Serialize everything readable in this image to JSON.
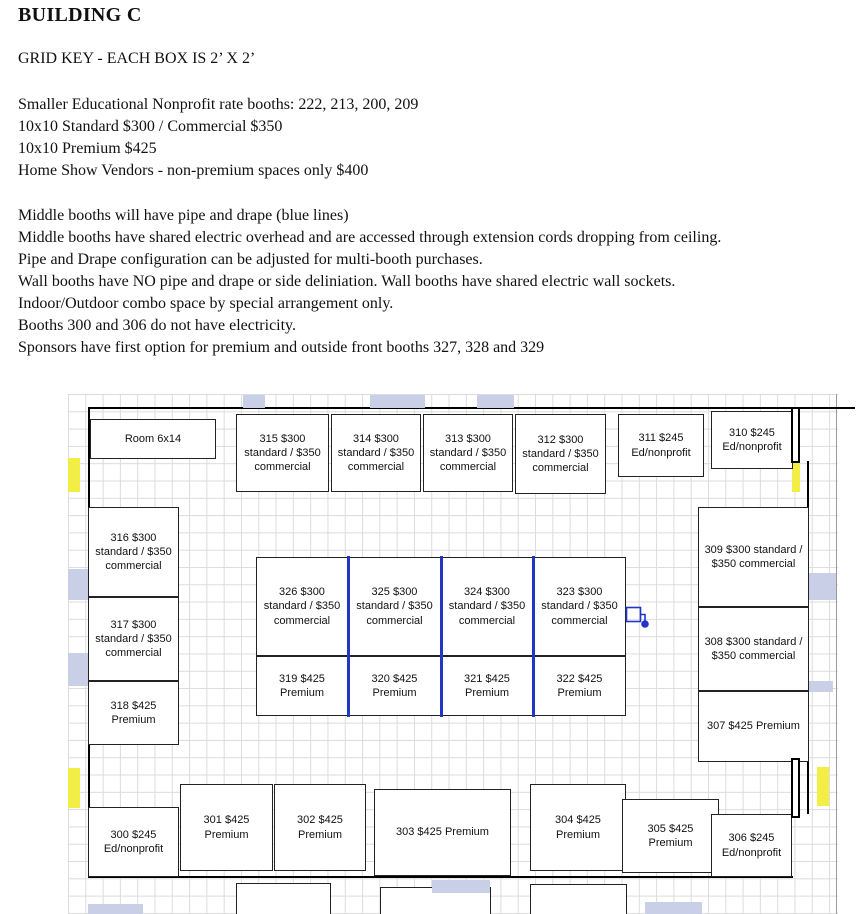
{
  "title": "BUILDING C",
  "grid_key": "GRID KEY - EACH BOX IS 2’ X 2’",
  "notes_top": [
    "Smaller Educational Nonprofit rate booths: 222, 213, 200, 209",
    "10x10 Standard $300 / Commercial $350",
    "10x10 Premium $425",
    "Home Show Vendors - non-premium spaces only $400"
  ],
  "notes_bottom": [
    "Middle booths will have pipe and drape (blue lines)",
    "Middle booths have shared electric overhead and are accessed through extension cords dropping from ceiling.",
    "Pipe and Drape configuration can be adjusted for multi-booth purchases.",
    "Wall booths have NO pipe and drape or side deliniation. Wall booths have shared electric wall sockets.",
    "Indoor/Outdoor combo space by special arrangement only.",
    "Booths 300 and 306 do not have electricity.",
    "Sponsors have first option for premium and outside front booths 327, 328 and 329"
  ],
  "colors": {
    "pipe_drape_blue": "#2236c4",
    "wall_highlight_yellow": "#f3ee45",
    "door_marker_lavender": "#c9cfe6",
    "grid_line_gray": "#dcdcdc"
  },
  "booths": {
    "room": "Room 6x14",
    "b315": "315 $300\nstandard / $350\ncommercial",
    "b314": "314 $300\nstandard / $350\ncommercial",
    "b313": "313 $300\nstandard / $350\ncommercial",
    "b312": "312 $300\nstandard / $350\ncommercial",
    "b311": "311 $245\nEd/nonprofit",
    "b310": "310 $245\nEd/nonprofit",
    "b316": "316 $300\nstandard / $350\ncommercial",
    "b317": "317 $300\nstandard / $350\ncommercial",
    "b318": "318 $425\nPremium",
    "b309": "309 $300 standard /\n$350 commercial",
    "b308": "308 $300 standard /\n$350 commercial",
    "b307": "307 $425 Premium",
    "b326": "326 $300\nstandard / $350\ncommercial",
    "b325": "325 $300\nstandard / $350\ncommercial",
    "b324": "324 $300\nstandard / $350\ncommercial",
    "b323": "323 $300\nstandard / $350\ncommercial",
    "b319": "319 $425\nPremium",
    "b320": "320 $425\nPremium",
    "b321": "321 $425\nPremium",
    "b322": "322 $425\nPremium",
    "b300": "300 $245\nEd/nonprofit",
    "b301": "301 $425\nPremium",
    "b302": "302 $425\nPremium",
    "b303": "303 $425 Premium",
    "b304": "304 $425\nPremium",
    "b305": "305 $425\nPremium",
    "b306": "306 $245\nEd/nonprofit"
  }
}
